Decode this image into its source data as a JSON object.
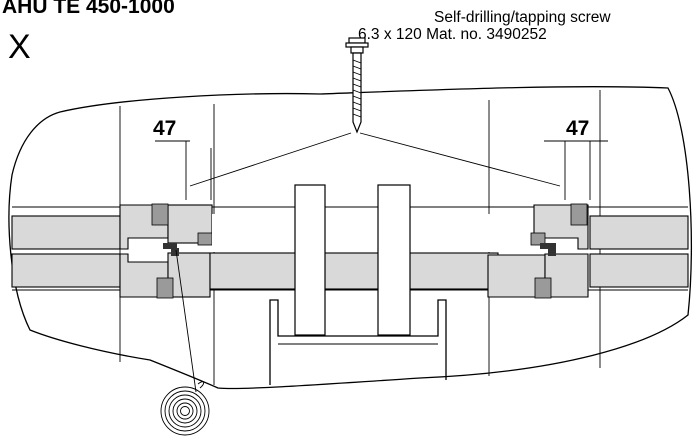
{
  "header": {
    "title": "AHU TE 450-1000",
    "view_label": "X"
  },
  "screw": {
    "label_line1": "Self-drilling/tapping screw",
    "label_line2": "6.3 x 120 Mat. no. 3490252"
  },
  "dimensions": {
    "left": "47",
    "right": "47"
  },
  "icons": {
    "screw": "hex-head-screw-icon",
    "sealing_tape": "sealing-tape-roll-icon"
  },
  "colors": {
    "panel_fill": "#d9d9d9",
    "seal_fill": "#9a9a9a",
    "line": "#000000"
  }
}
